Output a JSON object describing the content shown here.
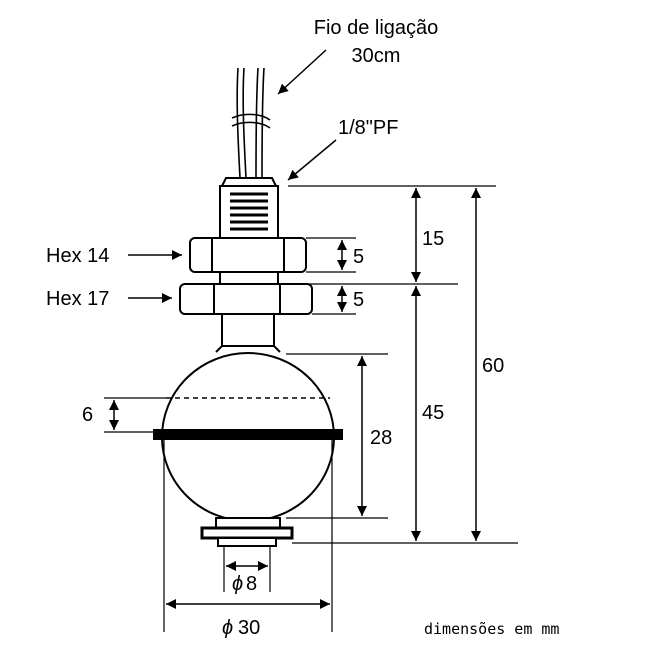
{
  "labels": {
    "wire_line1": "Fio de ligação",
    "wire_line2": "30cm",
    "thread": "1/8\"PF",
    "hex14": "Hex 14",
    "hex17": "Hex 17",
    "dim_15": "15",
    "dim_60": "60",
    "dim_45": "45",
    "dim_28": "28",
    "dim_5a": "5",
    "dim_5b": "5",
    "dim_6": "6",
    "dia_8": "8",
    "dia_30": "30",
    "phi": "ϕ",
    "units": "dimensões em mm"
  },
  "colors": {
    "ink": "#000000",
    "background": "#ffffff"
  }
}
